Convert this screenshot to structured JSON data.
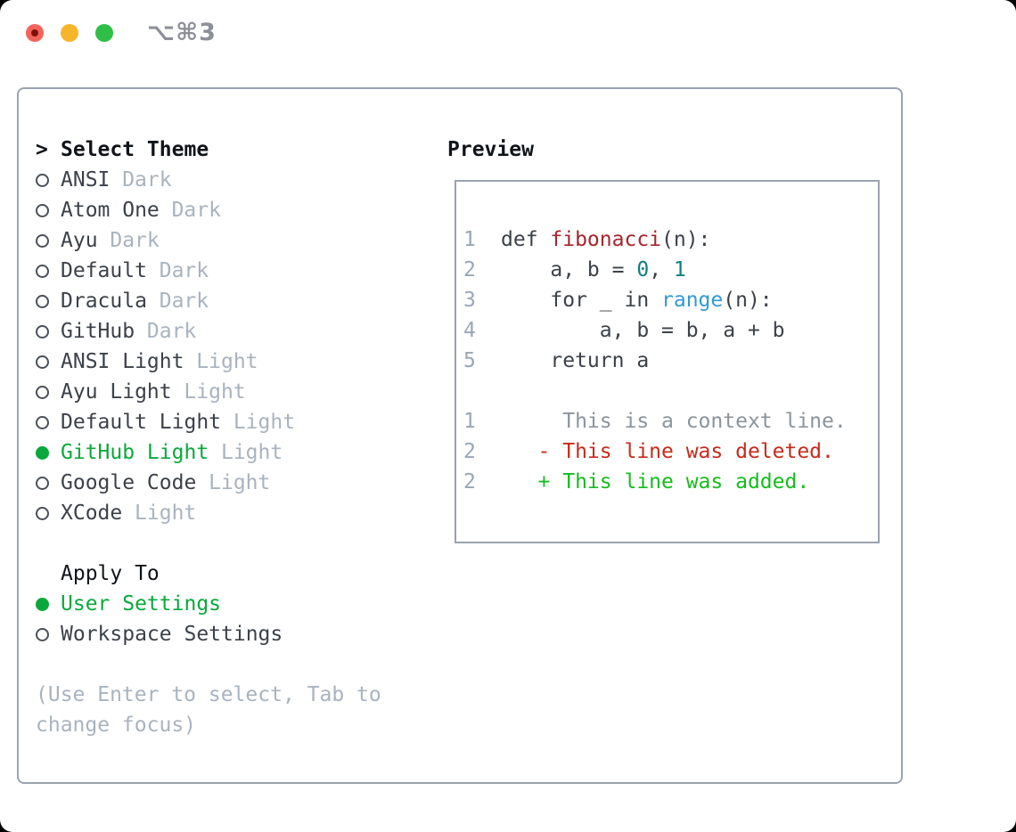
{
  "window": {
    "shortcut_label": "⌥⌘3"
  },
  "theme_menu": {
    "prompt": ">",
    "title": "Select Theme",
    "items": [
      {
        "name": "ANSI",
        "tag": "Dark",
        "selected": false
      },
      {
        "name": "Atom One",
        "tag": "Dark",
        "selected": false
      },
      {
        "name": "Ayu",
        "tag": "Dark",
        "selected": false
      },
      {
        "name": "Default",
        "tag": "Dark",
        "selected": false
      },
      {
        "name": "Dracula",
        "tag": "Dark",
        "selected": false
      },
      {
        "name": "GitHub",
        "tag": "Dark",
        "selected": false
      },
      {
        "name": "ANSI Light",
        "tag": "Light",
        "selected": false
      },
      {
        "name": "Ayu Light",
        "tag": "Light",
        "selected": false
      },
      {
        "name": "Default Light",
        "tag": "Light",
        "selected": false
      },
      {
        "name": "GitHub Light",
        "tag": "Light",
        "selected": true
      },
      {
        "name": "Google Code",
        "tag": "Light",
        "selected": false
      },
      {
        "name": "XCode",
        "tag": "Light",
        "selected": false
      }
    ]
  },
  "apply_to": {
    "title": "Apply To",
    "options": [
      {
        "name": "User Settings",
        "selected": true
      },
      {
        "name": "Workspace Settings",
        "selected": false
      }
    ]
  },
  "hint": {
    "line1": "(Use Enter to select, Tab to",
    "line2": "change focus)"
  },
  "preview": {
    "title": "Preview",
    "lines": [
      {
        "num": "1",
        "segments": [
          {
            "text": "def ",
            "style": "plain"
          },
          {
            "text": "fibonacci",
            "style": "function"
          },
          {
            "text": "(n):",
            "style": "plain"
          }
        ]
      },
      {
        "num": "2",
        "segments": [
          {
            "text": "    a, b = ",
            "style": "plain"
          },
          {
            "text": "0",
            "style": "number"
          },
          {
            "text": ", ",
            "style": "plain"
          },
          {
            "text": "1",
            "style": "number"
          }
        ]
      },
      {
        "num": "3",
        "segments": [
          {
            "text": "    for _ in ",
            "style": "plain"
          },
          {
            "text": "range",
            "style": "builtin"
          },
          {
            "text": "(n):",
            "style": "plain"
          }
        ]
      },
      {
        "num": "4",
        "segments": [
          {
            "text": "        a, b = b, a + b",
            "style": "plain"
          }
        ]
      },
      {
        "num": "5",
        "segments": [
          {
            "text": "    return a",
            "style": "plain"
          }
        ]
      },
      {
        "num": "",
        "segments": []
      },
      {
        "num": "1",
        "segments": [
          {
            "text": "     This is a context line.",
            "style": "context"
          }
        ]
      },
      {
        "num": "2",
        "segments": [
          {
            "text": "   - This line was deleted.",
            "style": "deleted"
          }
        ]
      },
      {
        "num": "2",
        "segments": [
          {
            "text": "   + This line was added.",
            "style": "added"
          }
        ]
      }
    ]
  },
  "colors": {
    "selection_green": "#0aa83c",
    "function_red": "#a5262d",
    "number_teal": "#0d7e80",
    "builtin_blue": "#3399d6",
    "context_gray": "#8b949d",
    "deleted_red": "#c62b1a",
    "added_green": "#16bc1f",
    "panel_border_gray": "#9aa3ae",
    "traffic_red": "#f4645c",
    "traffic_yellow": "#f6b62c",
    "traffic_green": "#2fbf49"
  }
}
